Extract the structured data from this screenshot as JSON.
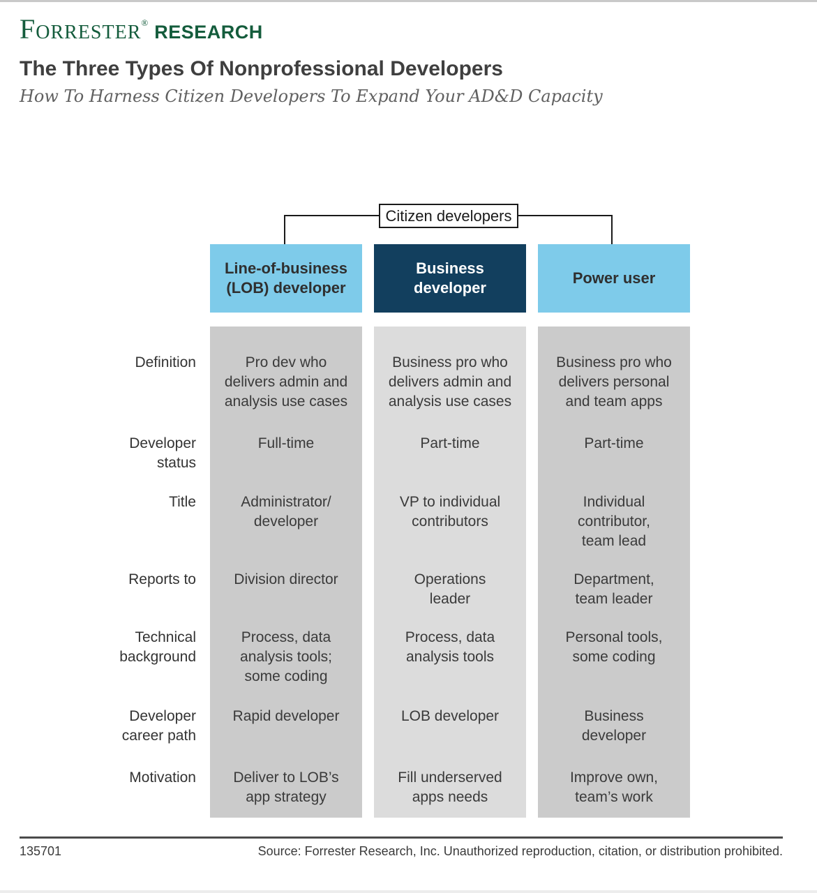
{
  "header": {
    "logo": {
      "name": "Forrester",
      "registered": "®",
      "division": "RESEARCH"
    },
    "title": "The Three Types Of Nonprofessional Developers",
    "subtitle": "How To Harness Citizen Developers To Expand Your AD&D Capacity"
  },
  "diagram": {
    "root_label": "Citizen developers",
    "columns": [
      {
        "id": "lob-developer",
        "header": "Line-of-business\n(LOB) developer",
        "style": "light"
      },
      {
        "id": "business-developer",
        "header": "Business\ndeveloper",
        "style": "dark"
      },
      {
        "id": "power-user",
        "header": "Power user",
        "style": "light"
      }
    ],
    "rows": [
      {
        "label": "Definition",
        "cells": [
          "Pro dev who\ndelivers admin and\nanalysis use cases",
          "Business pro who\ndelivers admin and\nanalysis use cases",
          "Business pro who\ndelivers personal\nand team apps"
        ]
      },
      {
        "label": "Developer\nstatus",
        "cells": [
          "Full-time",
          "Part-time",
          "Part-time"
        ]
      },
      {
        "label": "Title",
        "cells": [
          "Administrator/\ndeveloper",
          "VP to individual\ncontributors",
          "Individual\ncontributor,\nteam lead"
        ]
      },
      {
        "label": "Reports to",
        "cells": [
          "Division director",
          "Operations\nleader",
          "Department,\nteam leader"
        ]
      },
      {
        "label": "Technical\nbackground",
        "cells": [
          "Process, data\nanalysis tools;\nsome coding",
          "Process, data\nanalysis tools",
          "Personal tools,\nsome coding"
        ]
      },
      {
        "label": "Developer\ncareer path",
        "cells": [
          "Rapid developer",
          "LOB developer",
          "Business\ndeveloper"
        ]
      },
      {
        "label": "Motivation",
        "cells": [
          "Deliver to LOB’s\napp strategy",
          "Fill underserved\napps needs",
          "Improve own,\nteam’s work"
        ]
      }
    ]
  },
  "footer": {
    "figure_number": "135701",
    "source": "Source: Forrester Research, Inc. Unauthorized reproduction, citation, or distribution prohibited."
  },
  "colors": {
    "brand_green": "#145c3c",
    "light_blue": "#7ecbea",
    "dark_navy": "#123f5e",
    "column_gray": "#cbcbcb",
    "column_gray_light": "#dcdcdc",
    "line_dark": "#1a1a1a",
    "line_light": "#c9c9c9"
  }
}
